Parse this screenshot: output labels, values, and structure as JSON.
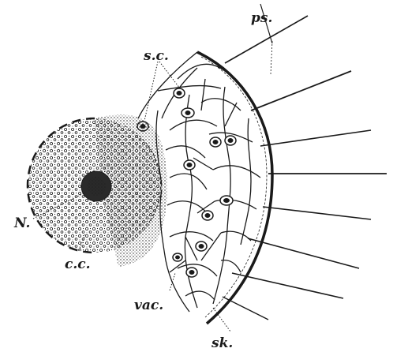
{
  "labels": {
    "pseudopodia": "ps.",
    "skeleton": "sk.",
    "vacuole": "vac.",
    "nucleus": "N.",
    "central_capsule": "c.c.",
    "symbiotic_cells": "s.c."
  },
  "colors": {
    "ink": "#1a1a1a",
    "paper": "#ffffff"
  }
}
